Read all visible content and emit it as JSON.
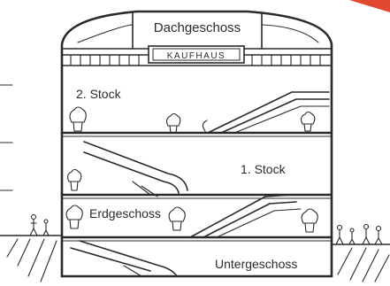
{
  "building": {
    "attic_label": "Dachgeschoss",
    "store_sign": "KAUFHAUS",
    "floor_labels": {
      "second": "2. Stock",
      "first": "1. Stock",
      "ground": "Erdgeschoss",
      "basement": "Untergeschoss"
    }
  },
  "colors": {
    "ink": "#2a2a2a",
    "paper": "#ffffff",
    "corner_tab": "#e2472f"
  }
}
